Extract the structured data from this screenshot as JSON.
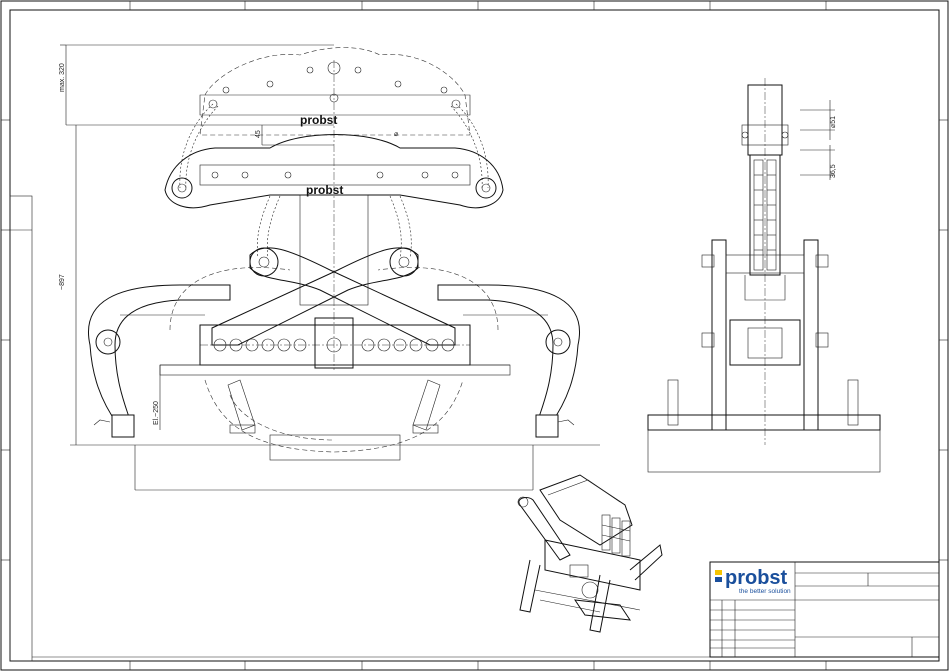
{
  "drawing": {
    "dimensions": {
      "max_open": "max. 320",
      "height": "~897",
      "offset": "45",
      "diameter_symbol": "⌀",
      "grip_range": "El.~250",
      "pin_diameter": "⌀51",
      "pin_length": "36,5"
    },
    "part_marks": {
      "top_plate": "probst",
      "lower_plate": "probst"
    }
  },
  "title_block": {
    "logo": {
      "word": "probst",
      "tagline": "the better solution",
      "color": "#1a4f9c",
      "accent": "#f5c400"
    }
  }
}
